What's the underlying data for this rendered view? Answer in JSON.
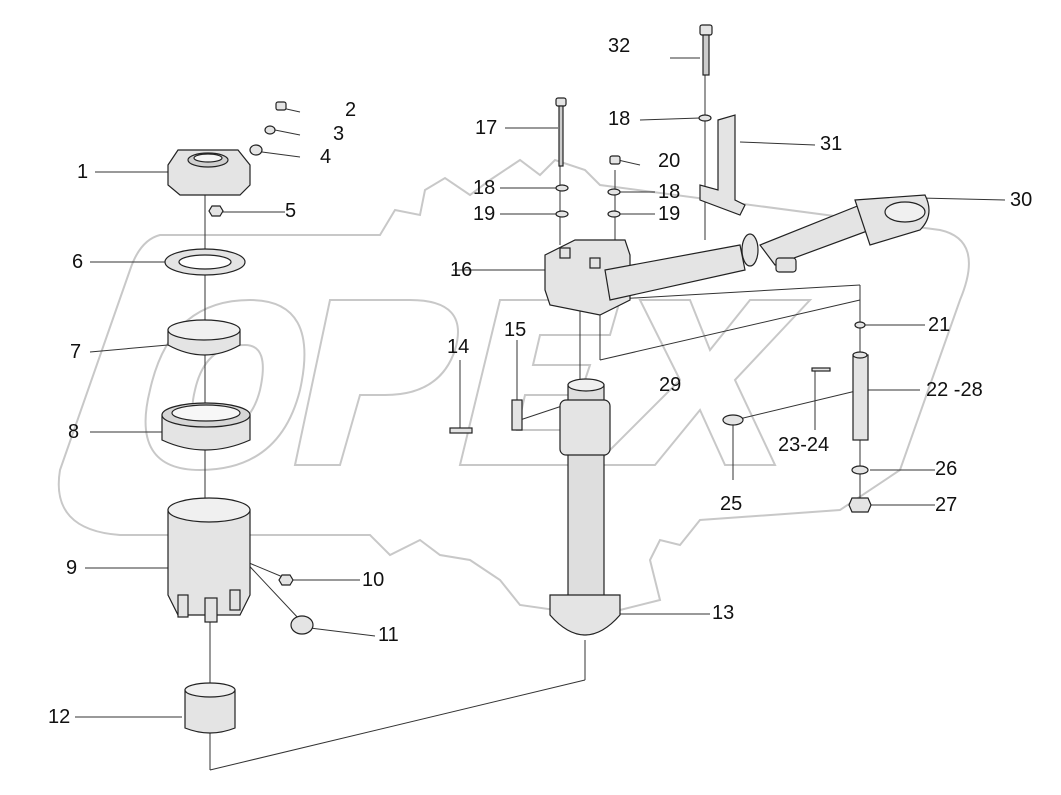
{
  "watermark": {
    "text": "OPEX"
  },
  "callouts": [
    {
      "id": "1",
      "text": "1"
    },
    {
      "id": "2",
      "text": "2"
    },
    {
      "id": "3",
      "text": "3"
    },
    {
      "id": "4",
      "text": "4"
    },
    {
      "id": "5",
      "text": "5"
    },
    {
      "id": "6",
      "text": "6"
    },
    {
      "id": "7",
      "text": "7"
    },
    {
      "id": "8",
      "text": "8"
    },
    {
      "id": "9",
      "text": "9"
    },
    {
      "id": "10",
      "text": "10"
    },
    {
      "id": "11",
      "text": "11"
    },
    {
      "id": "12",
      "text": "12"
    },
    {
      "id": "13",
      "text": "13"
    },
    {
      "id": "14",
      "text": "14"
    },
    {
      "id": "15",
      "text": "15"
    },
    {
      "id": "16",
      "text": "16"
    },
    {
      "id": "17",
      "text": "17"
    },
    {
      "id": "18a",
      "text": "18"
    },
    {
      "id": "18b",
      "text": "18"
    },
    {
      "id": "18c",
      "text": "18"
    },
    {
      "id": "19a",
      "text": "19"
    },
    {
      "id": "19b",
      "text": "19"
    },
    {
      "id": "20",
      "text": "20"
    },
    {
      "id": "21",
      "text": "21"
    },
    {
      "id": "22-28",
      "text": "22 -28"
    },
    {
      "id": "23-24",
      "text": "23-24"
    },
    {
      "id": "25",
      "text": "25"
    },
    {
      "id": "26",
      "text": "26"
    },
    {
      "id": "27",
      "text": "27"
    },
    {
      "id": "29",
      "text": "29"
    },
    {
      "id": "30",
      "text": "30"
    },
    {
      "id": "31",
      "text": "31"
    },
    {
      "id": "32",
      "text": "32"
    }
  ]
}
